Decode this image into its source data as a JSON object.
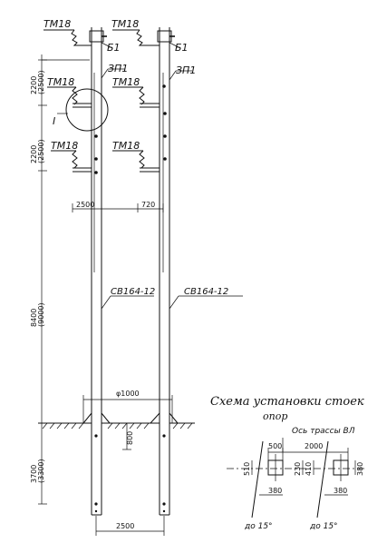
{
  "labels": {
    "tm18": "ТМ18",
    "b1": "Б1",
    "zp1": "ЗП1",
    "detail_ref": "I",
    "pole_type": "СВ164-12",
    "phi": "φ1000"
  },
  "dimensions": {
    "d2200": "2200",
    "d2500alt": "(2500)",
    "d2500": "2500",
    "d720": "720",
    "d8400": "8400",
    "d9000alt": "(9000)",
    "d3700": "3700",
    "d3300alt": "(3300)",
    "d800": "800",
    "d500": "500",
    "d2000": "2000",
    "d380": "380",
    "d510": "510",
    "d230": "230",
    "d410": "410"
  },
  "scheme": {
    "title_line1": "Схема установки стоек",
    "title_line2": "опор",
    "axis_label": "Ось трассы ВЛ",
    "angle": "до 15°"
  }
}
